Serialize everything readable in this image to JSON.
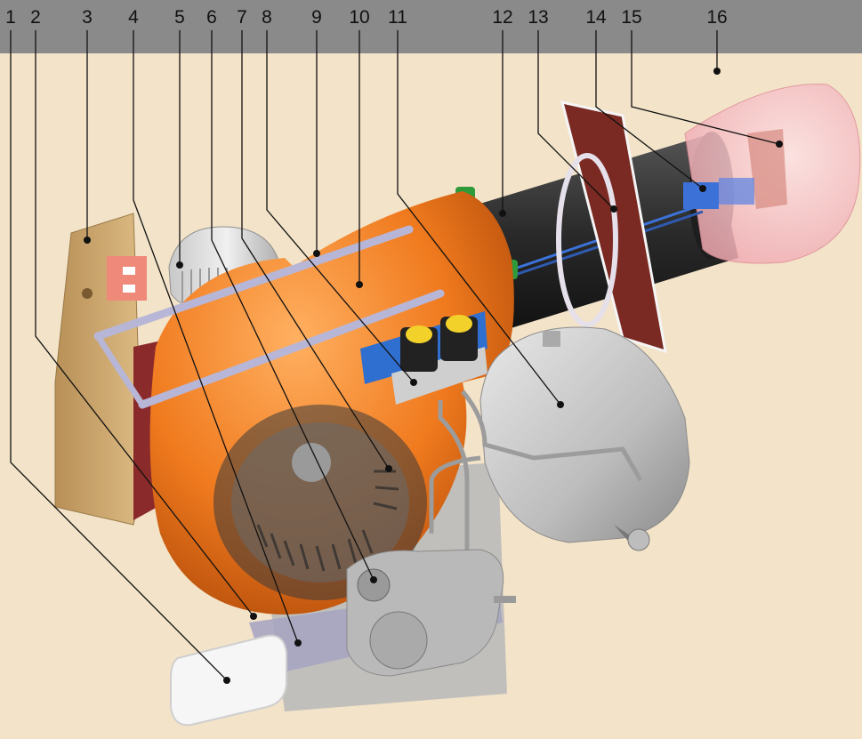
{
  "labels": [
    "1",
    "2",
    "3",
    "4",
    "5",
    "6",
    "7",
    "8",
    "9",
    "10",
    "11",
    "12",
    "13",
    "14",
    "15",
    "16"
  ],
  "colors": {
    "background": "#f2e3c9",
    "header_bar": "#8a8a8a",
    "leader": "#111111",
    "housing": "#f07a1e",
    "motor": "#d9d9d9",
    "tube": "#2e2e2e",
    "flange": "#7a2a22",
    "cover": "#c9a46a",
    "pump": "#b9b9b9",
    "tank": "#c6c6c6",
    "valve_block": "#2f6fd0",
    "coil": "#f2d22a",
    "head_cone": "#f5c4c8",
    "blue_part": "#3c72d8",
    "green_part": "#2f9a3a",
    "transformer": "#f6f6f6"
  }
}
